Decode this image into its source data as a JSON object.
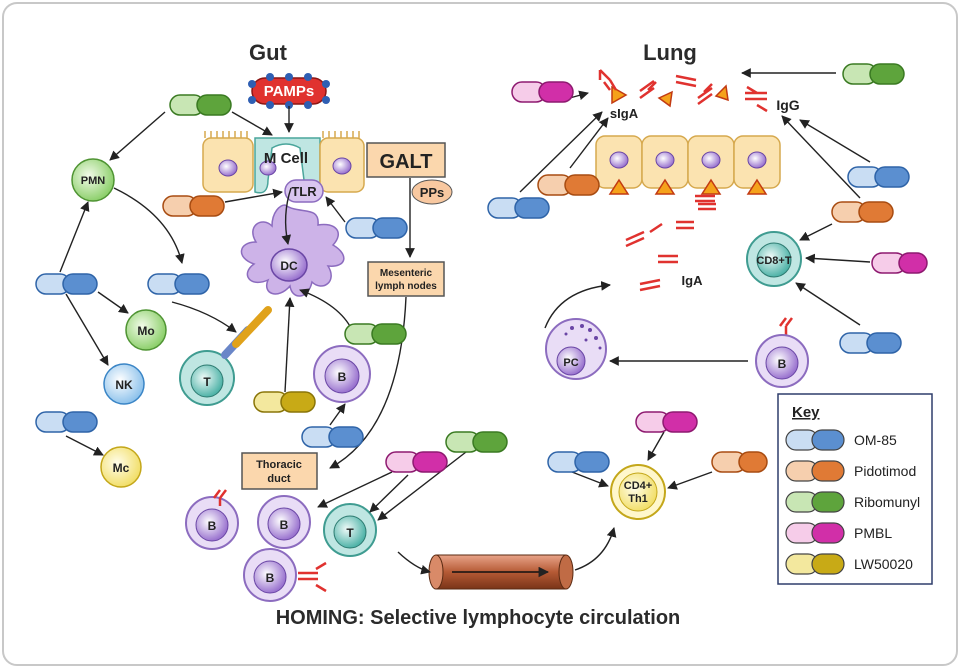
{
  "titles": {
    "gut": "Gut",
    "lung": "Lung",
    "homing": "HOMING: Selective lymphocyte circulation"
  },
  "gut_labels": {
    "pamps": "PAMPs",
    "m_cell": "M Cell",
    "galt": "GALT",
    "pps": "PPs",
    "tlr": "TLR",
    "dc": "DC",
    "mesenteric": "Mesenteric",
    "lymph_nodes": "lymph nodes",
    "thoracic": "Thoracic",
    "duct": "duct",
    "pmn": "PMN",
    "mo": "Mo",
    "nk": "NK",
    "mc": "Mc",
    "t": "T",
    "b": "B"
  },
  "lung_labels": {
    "siga": "sIgA",
    "igg": "IgG",
    "iga": "IgA",
    "cd8t": "CD8+T",
    "pc": "PC",
    "b": "B",
    "cd4": "CD4+",
    "th1": "Th1"
  },
  "homing_labels": {
    "b": "B",
    "t": "T"
  },
  "key": {
    "title": "Key",
    "items": [
      {
        "label": "OM-85",
        "color": "#5b8fd0",
        "light": "#c9ddf3"
      },
      {
        "label": "Pidotimod",
        "color": "#e07a35",
        "light": "#f6cfae"
      },
      {
        "label": "Ribomunyl",
        "color": "#5ea43c",
        "light": "#c8e6b4"
      },
      {
        "label": "PMBL",
        "color": "#d12fa8",
        "light": "#f6cce9"
      },
      {
        "label": "LW50020",
        "color": "#c8aa16",
        "light": "#f3e89e"
      }
    ]
  },
  "colors": {
    "cell_yellow": "#fbe3b0",
    "villus_teal": "#bfe6e2",
    "cell_purple": "#b38fd9",
    "dc_purple": "#cdb3e8",
    "ab_red": "#e0322f",
    "arrow": "#222222"
  }
}
